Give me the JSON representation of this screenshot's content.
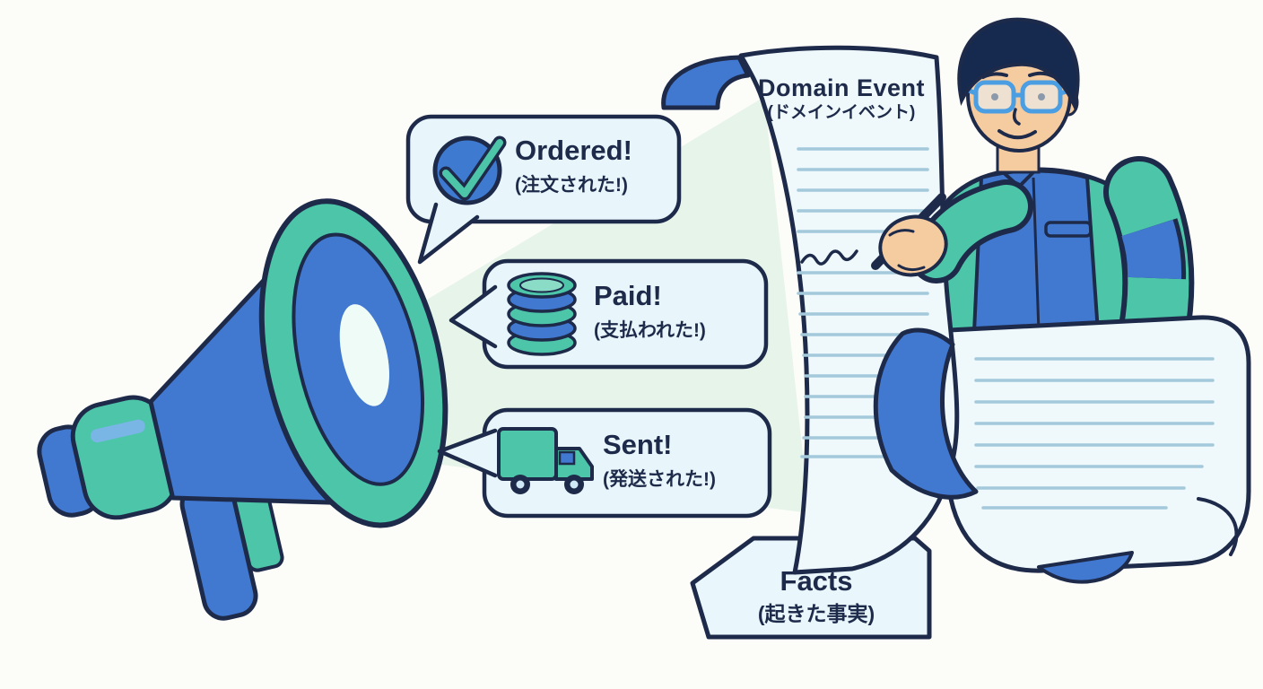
{
  "scene": {
    "title": {
      "en": "Domain Event",
      "ja": "(ドメインイベント)"
    },
    "bubbles": [
      {
        "en": "Ordered!",
        "ja": "(注文された!)",
        "icon": "check-circle-icon"
      },
      {
        "en": "Paid!",
        "ja": "(支払われた!)",
        "icon": "coin-stack-icon"
      },
      {
        "en": "Sent!",
        "ja": "(発送された!)",
        "icon": "delivery-truck-icon"
      }
    ],
    "caption": {
      "en": "Facts",
      "ja": "(起きた事実)"
    },
    "colors": {
      "blue": "#4178d0",
      "teal": "#4cc5a8",
      "navy": "#1e2a4a",
      "bubble_fill": "#e8f6fb",
      "paper_fill": "#eff9fc",
      "beam_fill": "#e6f4ea",
      "skin": "#f5cba0",
      "glasses_blue": "#4b9ee2",
      "ruled_line": "#a3c9db"
    }
  }
}
